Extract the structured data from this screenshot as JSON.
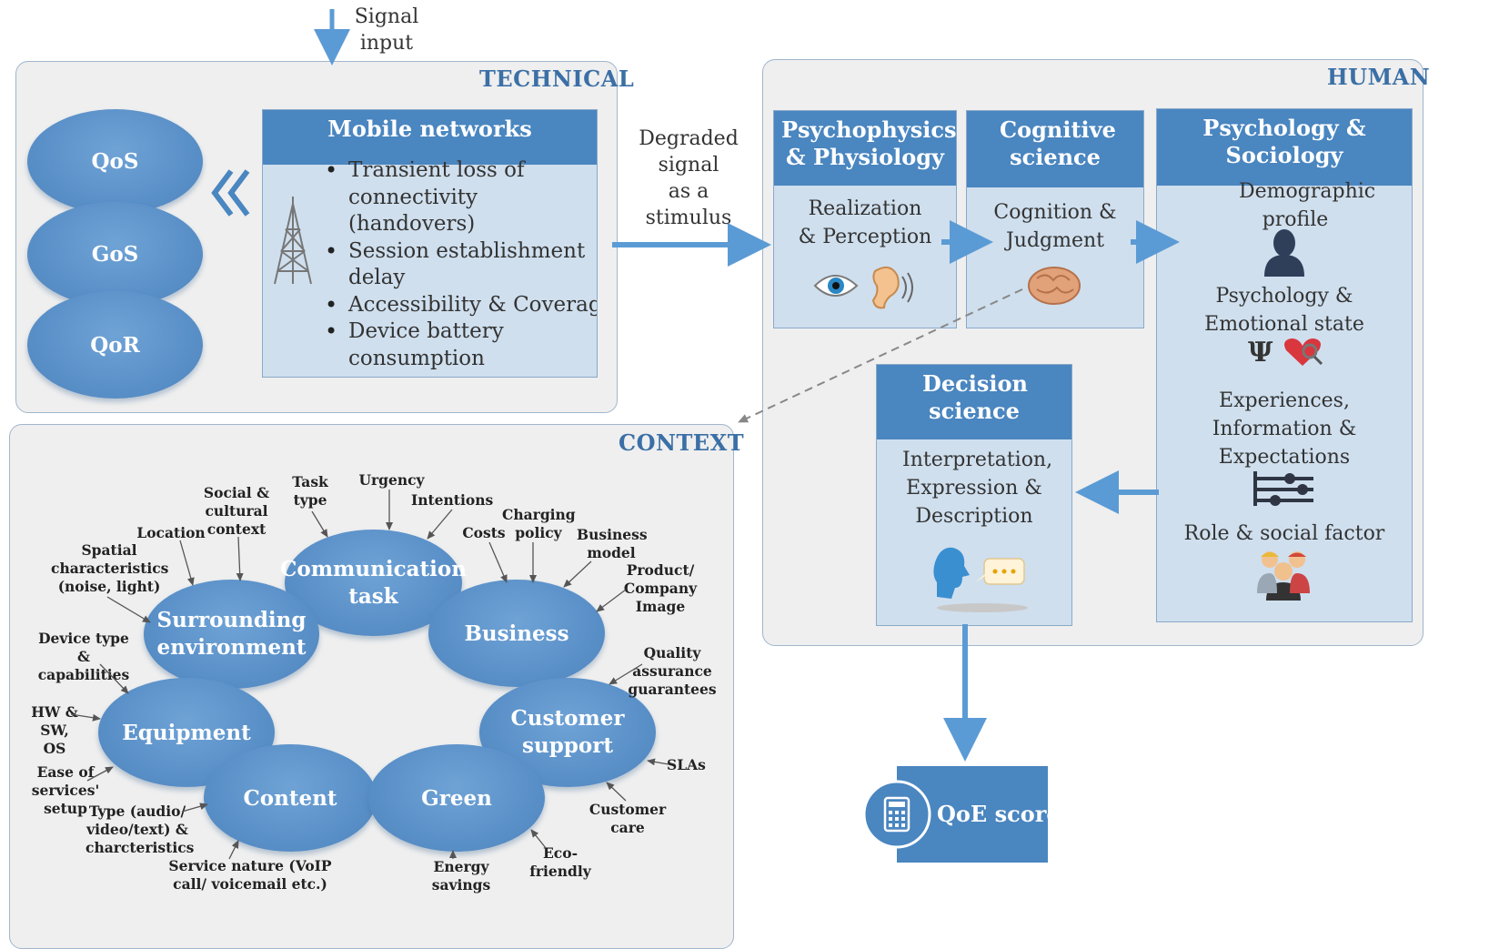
{
  "signal_input": "Signal\ninput",
  "degraded_signal": "Degraded\nsignal\nas a\nstimulus",
  "technical": {
    "title": "TECHNICAL",
    "ovals": [
      "QoS",
      "GoS",
      "QoR"
    ],
    "mobile_networks": {
      "title": "Mobile networks",
      "items": [
        "Transient loss of connectivity (handovers)",
        "Session establishment delay",
        "Accessibility & Coverage",
        "Device battery consumption"
      ]
    }
  },
  "human": {
    "title": "HUMAN",
    "psychophysics": {
      "title": "Psychophysics & Physiology",
      "text": "Realization & Perception"
    },
    "cognitive": {
      "title": "Cognitive science",
      "text": "Cognition & Judgment"
    },
    "psychology": {
      "title": "Psychology & Sociology",
      "items": [
        "Demographic profile",
        "Psychology & Emotional state",
        "Experiences, Information & Expectations",
        "Role & social factor"
      ],
      "psi": "Ψ"
    },
    "decision": {
      "title": "Decision science",
      "text": "Interpretation, Expression & Description"
    }
  },
  "context": {
    "title": "CONTEXT",
    "ovals": [
      "Communication task",
      "Surrounding environment",
      "Business",
      "Equipment",
      "Customer support",
      "Content",
      "Green"
    ],
    "labels": {
      "task_type": "Task type",
      "urgency": "Urgency",
      "intentions": "Intentions",
      "social": "Social & cultural context",
      "location": "Location",
      "spatial": "Spatial characteristics (noise, light)",
      "costs": "Costs",
      "charging": "Charging policy",
      "business_model": "Business model",
      "product": "Product/ Company Image",
      "device": "Device type & capabilities",
      "hw": "HW & SW, OS",
      "quality": "Quality assurance guarantees",
      "ease": "Ease of services' setup",
      "type_av": "Type (audio/ video/text) & charcteristics",
      "service_nature": "Service nature (VoIP call/ voicemail etc.)",
      "energy": "Energy savings",
      "eco": "Eco-friendly",
      "customer_care": "Customer care",
      "slas": "SLAs"
    }
  },
  "qoe_score": "QoE score",
  "colors": {
    "accent": "#4a86c0",
    "panel": "#efefef",
    "box": "#cfdfee",
    "title": "#3b6fa6",
    "arrow": "#5b9bd5"
  },
  "icons": [
    "cell-tower-icon",
    "chevron-left-double-icon",
    "eye-icon",
    "ear-icon",
    "brain-icon",
    "person-silhouette-icon",
    "heart-search-icon",
    "sliders-icon",
    "group-people-icon",
    "speaking-head-icon",
    "calculator-icon"
  ]
}
